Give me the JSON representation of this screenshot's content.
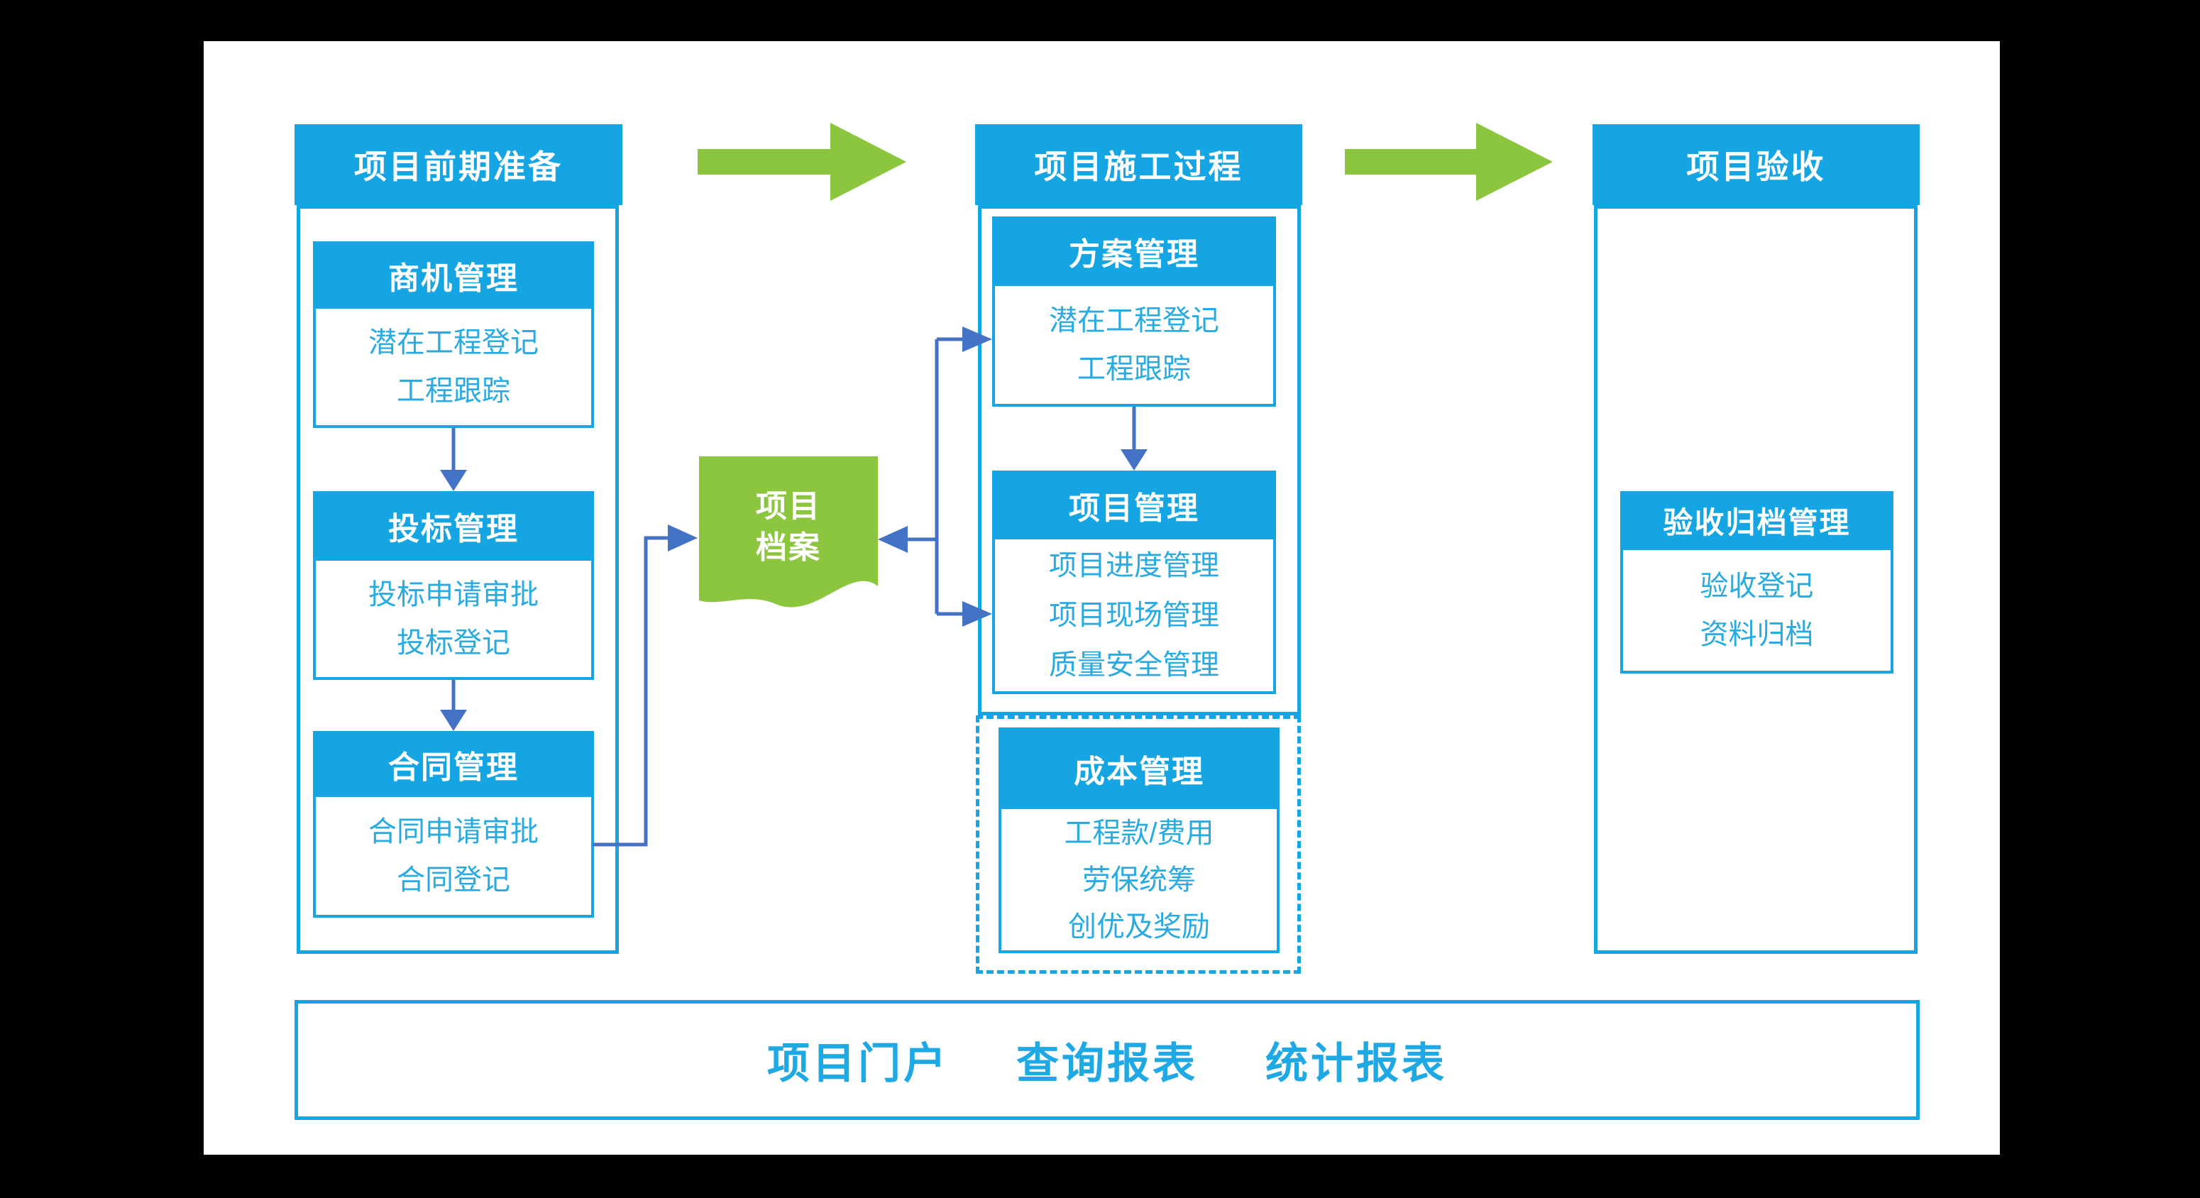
{
  "colors": {
    "background": "#000000",
    "surface": "#FFFFFF",
    "primary_blue": "#14A5E2",
    "content_text_blue": "#29ABE2",
    "connector_blue": "#4472C4",
    "green": "#8CC63F"
  },
  "columns": [
    {
      "title": "项目前期准备",
      "boxes": [
        {
          "title": "商机管理",
          "items": [
            "潜在工程登记",
            "工程跟踪"
          ]
        },
        {
          "title": "投标管理",
          "items": [
            "投标申请审批",
            "投标登记"
          ]
        },
        {
          "title": "合同管理",
          "items": [
            "合同申请审批",
            "合同登记"
          ]
        }
      ]
    },
    {
      "title": "项目施工过程",
      "boxes": [
        {
          "title": "方案管理",
          "items": [
            "潜在工程登记",
            "工程跟踪"
          ]
        },
        {
          "title": "项目管理",
          "items": [
            "项目进度管理",
            "项目现场管理",
            "质量安全管理"
          ]
        },
        {
          "title": "成本管理",
          "items": [
            "工程款/费用",
            "劳保统筹",
            "创优及奖励"
          ]
        }
      ]
    },
    {
      "title": "项目验收",
      "boxes": [
        {
          "title": "验收归档管理",
          "items": [
            "验收登记",
            "资料归档"
          ]
        }
      ]
    }
  ],
  "document_shape": {
    "line1": "项目",
    "line2": "档案"
  },
  "footer": {
    "items": [
      "项目门户",
      "查询报表",
      "统计报表"
    ]
  }
}
